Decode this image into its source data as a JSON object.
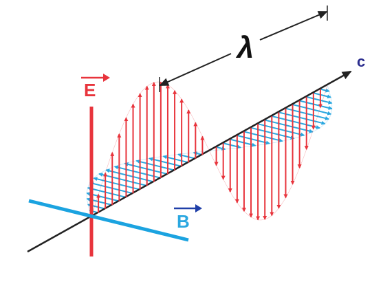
{
  "labels": {
    "electric": "E",
    "magnetic": "B",
    "speed": "c",
    "wavelength": "λ"
  },
  "colors": {
    "electric_field": "#e8343c",
    "magnetic_field": "#2aa7e0",
    "axis": "#222222",
    "label_c": "#2b2d8e",
    "vector_arrow_E": "#e8343c",
    "vector_arrow_B": "#1f3fa8"
  }
}
